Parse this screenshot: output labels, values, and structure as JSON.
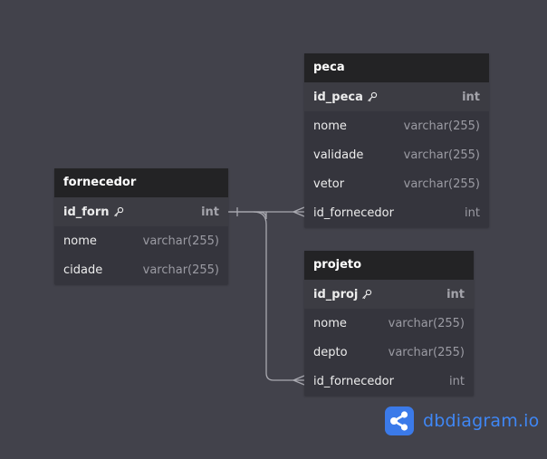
{
  "diagram": {
    "tables": [
      {
        "name": "peca",
        "fields": [
          {
            "name": "id_peca",
            "type": "int",
            "pk": true
          },
          {
            "name": "nome",
            "type": "varchar(255)",
            "pk": false
          },
          {
            "name": "validade",
            "type": "varchar(255)",
            "pk": false
          },
          {
            "name": "vetor",
            "type": "varchar(255)",
            "pk": false
          },
          {
            "name": "id_fornecedor",
            "type": "int",
            "pk": false
          }
        ]
      },
      {
        "name": "fornecedor",
        "fields": [
          {
            "name": "id_forn",
            "type": "int",
            "pk": true
          },
          {
            "name": "nome",
            "type": "varchar(255)",
            "pk": false
          },
          {
            "name": "cidade",
            "type": "varchar(255)",
            "pk": false
          }
        ]
      },
      {
        "name": "projeto",
        "fields": [
          {
            "name": "id_proj",
            "type": "int",
            "pk": true
          },
          {
            "name": "nome",
            "type": "varchar(255)",
            "pk": false
          },
          {
            "name": "depto",
            "type": "varchar(255)",
            "pk": false
          },
          {
            "name": "id_fornecedor",
            "type": "int",
            "pk": false
          }
        ]
      }
    ],
    "relationships": [
      {
        "from": "fornecedor.id_forn",
        "to": "peca.id_fornecedor",
        "cardinality": "one-to-many"
      },
      {
        "from": "fornecedor.id_forn",
        "to": "projeto.id_fornecedor",
        "cardinality": "one-to-many"
      }
    ]
  },
  "brand": {
    "text": "dbdiagram.io",
    "icon": "share-nodes-icon"
  },
  "colors": {
    "background": "#42424b",
    "header": "#232325",
    "table_body": "#35353d",
    "pk_row": "#3c3c43",
    "link_line": "#a9a9b0",
    "brand": "#3b7ae9"
  }
}
